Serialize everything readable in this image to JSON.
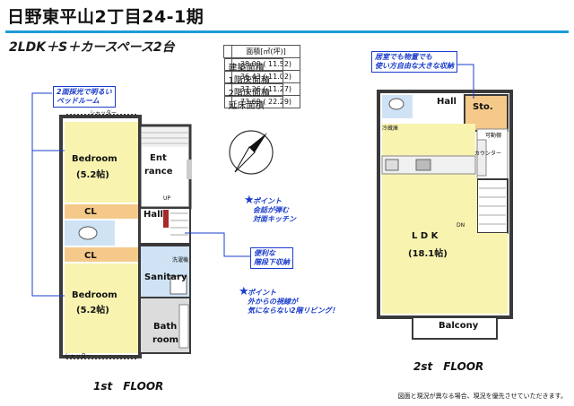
{
  "header": {
    "title": "日野東平山2丁目24-1期",
    "subtitle": "2LDK＋S＋カースペース2台"
  },
  "area_table": {
    "unit_header": "面積[㎡(坪)]",
    "rows": [
      {
        "label": "建築面積",
        "value": "38.09 ( 11.52)"
      },
      {
        "label": "1階床面積",
        "value": "36.43 ( 11.02)"
      },
      {
        "label": "2階床面積",
        "value": "37.26 ( 11.27)"
      },
      {
        "label": "延床面積",
        "value": "73.69 ( 22.29)"
      }
    ]
  },
  "floor1": {
    "caption": "1st　FLOOR",
    "rooms": {
      "bedroom_top": "Bedroom",
      "bedroom_top_size": "(5.2帖)",
      "entrance_1": "Ent",
      "entrance_2": "rance",
      "cl_top": "CL",
      "hall": "Hall",
      "cl_bottom": "CL",
      "bedroom_bottom": "Bedroom",
      "bedroom_bottom_size": "(5.2帖)",
      "sanitary": "Sanitary",
      "bath_1": "Bath",
      "bath_2": "room",
      "laundry": "洗濯機",
      "shutter_top": "シャッター",
      "shutter_bottom": "シャッター",
      "up": "UP"
    }
  },
  "floor2": {
    "caption": "2st　FLOOR",
    "rooms": {
      "hall": "Hall",
      "storage": "Sto.",
      "fridge": "冷蔵庫",
      "shelf": "可動棚",
      "counter": "カウンター",
      "ldk": "L D K",
      "ldk_size": "(18.1帖)",
      "dn": "DN",
      "balcony": "Balcony"
    }
  },
  "callouts": {
    "bedroom_light_1": "2面採光で明るい",
    "bedroom_light_2": "ベッドルーム",
    "kitchen_1": "ポイント",
    "kitchen_2": "会話が弾む",
    "kitchen_3": "対面キッチン",
    "storage_1": "便利な",
    "storage_2": "階段下収納",
    "living_1": "ポイント",
    "living_2": "外からの視線が",
    "living_3": "気にならない2階リビング！",
    "sto_1": "居室でも物置でも",
    "sto_2": "使い方自由な大きな収納"
  },
  "footer": {
    "note": "図面と現況が異なる場合、現況を優先させていただきます。"
  },
  "colors": {
    "accent": "#1e9bd7",
    "callout": "#1a3ccc",
    "floor": "#f8f4b0",
    "storage": "#f4c98a",
    "wet": "#cfe3f5",
    "wall": "#3a3a3a"
  }
}
